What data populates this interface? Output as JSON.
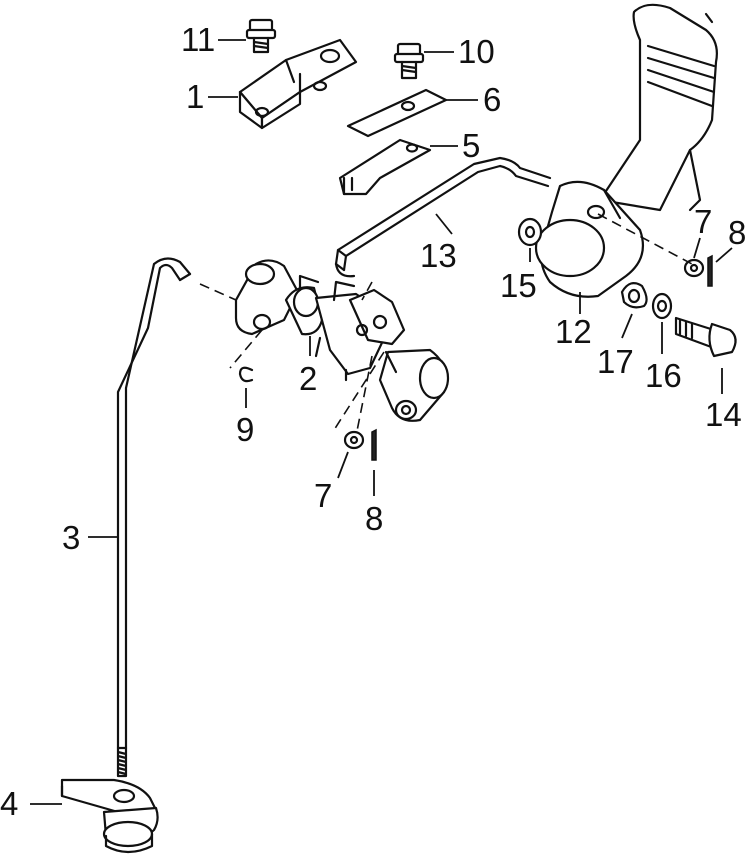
{
  "diagram": {
    "labels": [
      {
        "id": "1",
        "text": "1"
      },
      {
        "id": "2",
        "text": "2"
      },
      {
        "id": "3",
        "text": "3"
      },
      {
        "id": "4",
        "text": "4"
      },
      {
        "id": "5",
        "text": "5"
      },
      {
        "id": "6",
        "text": "6"
      },
      {
        "id": "7a",
        "text": "7"
      },
      {
        "id": "7b",
        "text": "7"
      },
      {
        "id": "8a",
        "text": "8"
      },
      {
        "id": "8b",
        "text": "8"
      },
      {
        "id": "9",
        "text": "9"
      },
      {
        "id": "10",
        "text": "10"
      },
      {
        "id": "11",
        "text": "11"
      },
      {
        "id": "12",
        "text": "12"
      },
      {
        "id": "13",
        "text": "13"
      },
      {
        "id": "14",
        "text": "14"
      },
      {
        "id": "15",
        "text": "15"
      },
      {
        "id": "16",
        "text": "16"
      },
      {
        "id": "17",
        "text": "17"
      }
    ]
  }
}
